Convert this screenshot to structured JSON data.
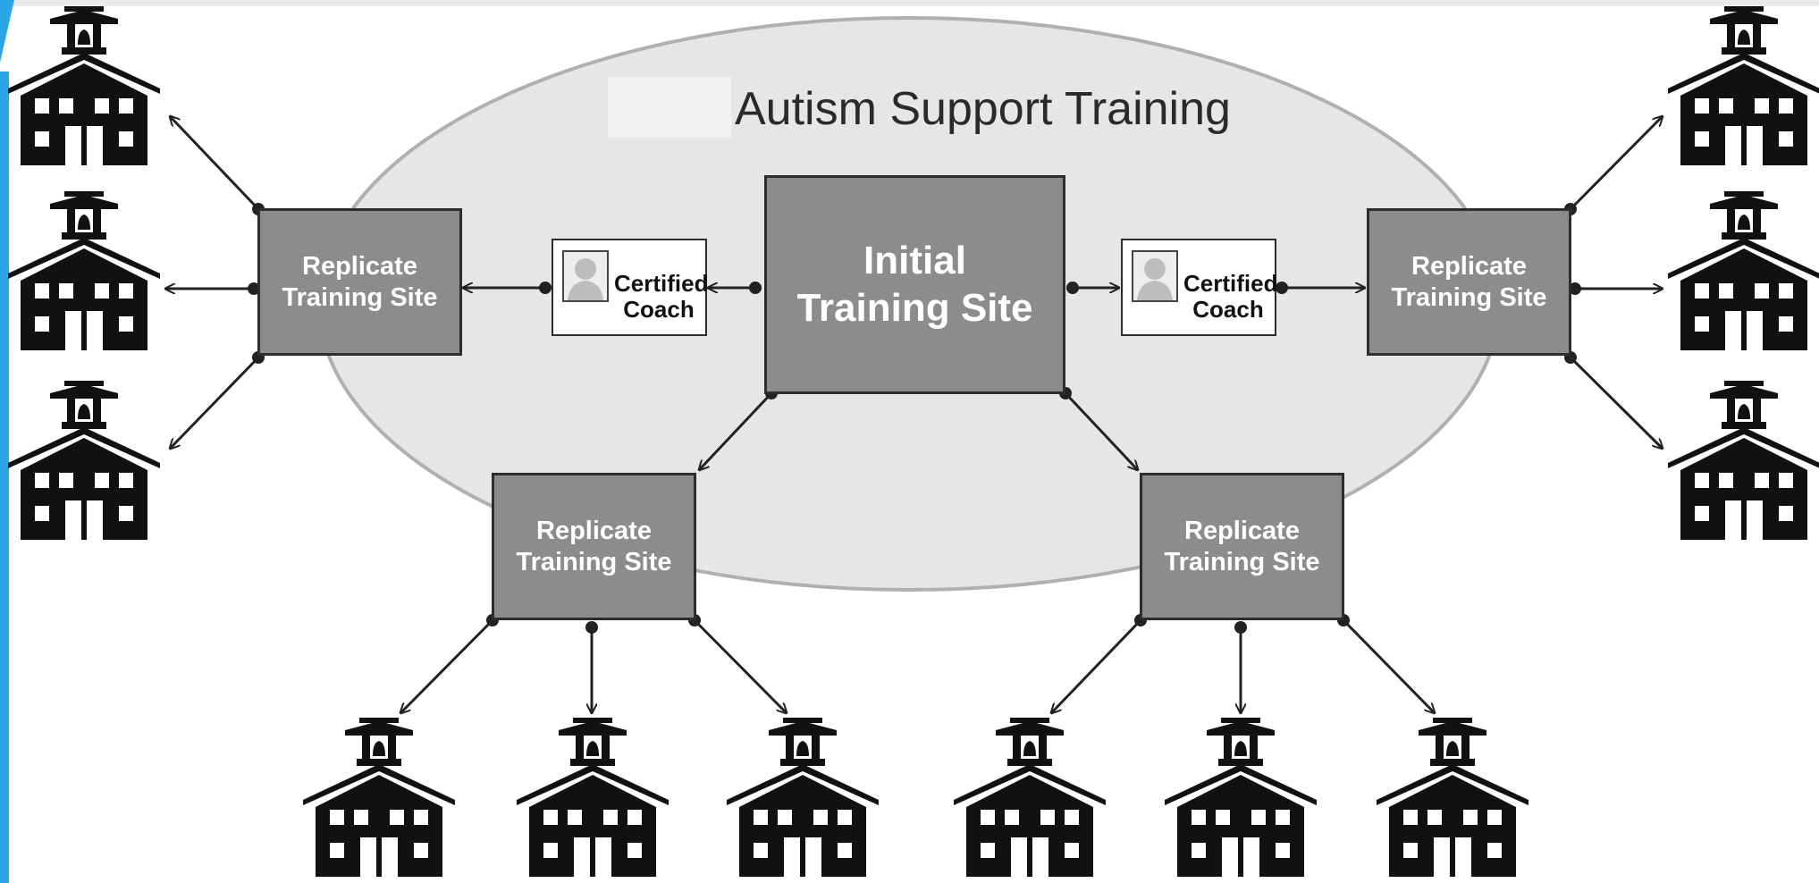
{
  "title": "Autism Support Training",
  "initial_site": {
    "line1": "Initial",
    "line2": "Training Site"
  },
  "replicate_site": {
    "line1": "Replicate",
    "line2": "Training Site"
  },
  "coach": {
    "line1": "Certified",
    "line2": "Coach"
  },
  "icons": {
    "school": "school-building-icon",
    "coach_photo": "person-silhouette-icon"
  },
  "colors": {
    "ellipse_fill": "#e6e6e6",
    "ellipse_stroke": "#b0b0b0",
    "box_fill": "#8c8c8c",
    "box_border": "#2d2d2d",
    "school_fill": "#111111",
    "accent_left": "#2aa6e8"
  }
}
